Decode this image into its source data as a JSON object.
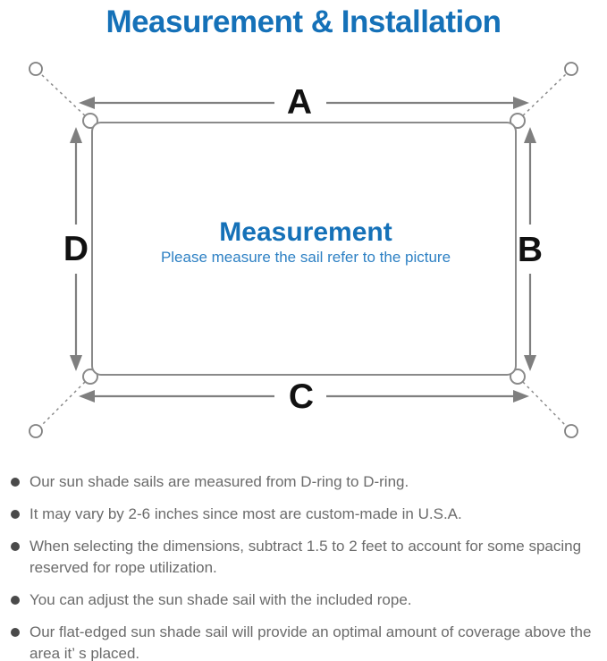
{
  "page": {
    "title": "Measurement & Installation"
  },
  "diagram": {
    "center_title": "Measurement",
    "center_subtitle": "Please measure the sail refer to the picture",
    "edge_labels": {
      "top": "A",
      "right": "B",
      "bottom": "C",
      "left": "D"
    }
  },
  "notes": [
    "Our sun shade sails are measured from D-ring to D-ring.",
    "It may vary by 2-6 inches since most are custom-made in U.S.A.",
    "When selecting the dimensions, subtract 1.5 to 2 feet to account for some spacing reserved for rope utilization.",
    "You can adjust the sun shade sail with the included rope.",
    "Our flat-edged sun shade sail will provide an optimal amount of coverage above the area it’ s placed."
  ],
  "colors": {
    "accent_blue": "#1571b8",
    "subtitle_blue": "#2e81c4",
    "line_gray": "#7f7f7f",
    "border_gray": "#8a8a8a",
    "text_gray": "#6b6b6b",
    "label_black": "#111111"
  }
}
